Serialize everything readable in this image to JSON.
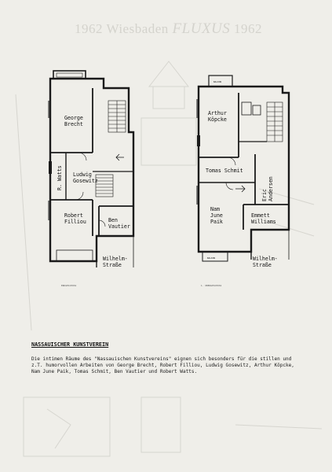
{
  "ghost": {
    "year_left": "1962",
    "city": "Wiesbaden",
    "fluxus": "FLUXUS",
    "year_right": "1962"
  },
  "plan_left": {
    "rooms": {
      "brecht": "George\nBrecht",
      "watts": "R. Watts",
      "gosewitz": "Ludwig\nGosewitz",
      "filliou": "Robert\nFilliou",
      "vautier": "Ben\nVautier"
    },
    "street": "Wilhelm-\nStraße",
    "caption": "ERDGESCHOSS"
  },
  "plan_right": {
    "rooms": {
      "kopcke": "Arthur\nKöpcke",
      "schmit": "Tomas Schmit",
      "andersen": "Eric\nAndersen",
      "paik": "Nam\nJune\nPaik",
      "williams": "Emmett\nWilliams"
    },
    "tags": {
      "top": "BALKON",
      "bottom": "BALKON"
    },
    "street": "Wilhelm-\nStraße",
    "caption": "1. OBERGESCHOSS"
  },
  "heading": "NASSAUISCHER KUNSTVEREIN",
  "body": "Die intimen Räume des \"Nassauischen Kunstvereins\" eignen sich besonders für die stillen und z.T. humorvollen Arbeiten von George Brecht, Robert Filliou, Ludwig Gosewitz, Arthur Köpcke, Nam June Paik, Tomas Schmit, Ben Vautier und Robert Watts."
}
